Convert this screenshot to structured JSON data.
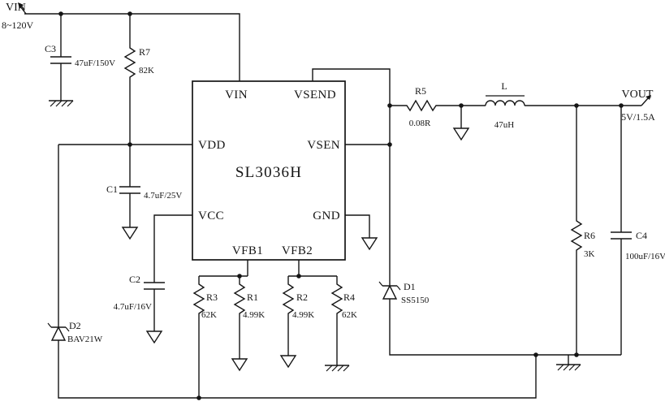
{
  "input": {
    "label": "VIN",
    "rating": "8~120V"
  },
  "output": {
    "label": "VOUT",
    "rating": "5V/1.5A"
  },
  "ic": {
    "part": "SL3036H",
    "pins": {
      "vin": "VIN",
      "vsend": "VSEND",
      "vdd": "VDD",
      "vsen": "VSEN",
      "vcc": "VCC",
      "gnd": "GND",
      "vfb1": "VFB1",
      "vfb2": "VFB2"
    }
  },
  "components": {
    "c1": {
      "ref": "C1",
      "value": "4.7uF/25V"
    },
    "c2": {
      "ref": "C2",
      "value": "4.7uF/16V"
    },
    "c3": {
      "ref": "C3",
      "value": "47uF/150V"
    },
    "c4": {
      "ref": "C4",
      "value": "100uF/16V"
    },
    "r1": {
      "ref": "R1",
      "value": "4.99K"
    },
    "r2": {
      "ref": "R2",
      "value": "4.99K"
    },
    "r3": {
      "ref": "R3",
      "value": "62K"
    },
    "r4": {
      "ref": "R4",
      "value": "62K"
    },
    "r5": {
      "ref": "R5",
      "value": "0.08R"
    },
    "r6": {
      "ref": "R6",
      "value": "3K"
    },
    "r7": {
      "ref": "R7",
      "value": "82K"
    },
    "l1": {
      "ref": "L",
      "value": "47uH"
    },
    "d1": {
      "ref": "D1",
      "value": "SS5150"
    },
    "d2": {
      "ref": "D2",
      "value": "BAV21W"
    }
  }
}
